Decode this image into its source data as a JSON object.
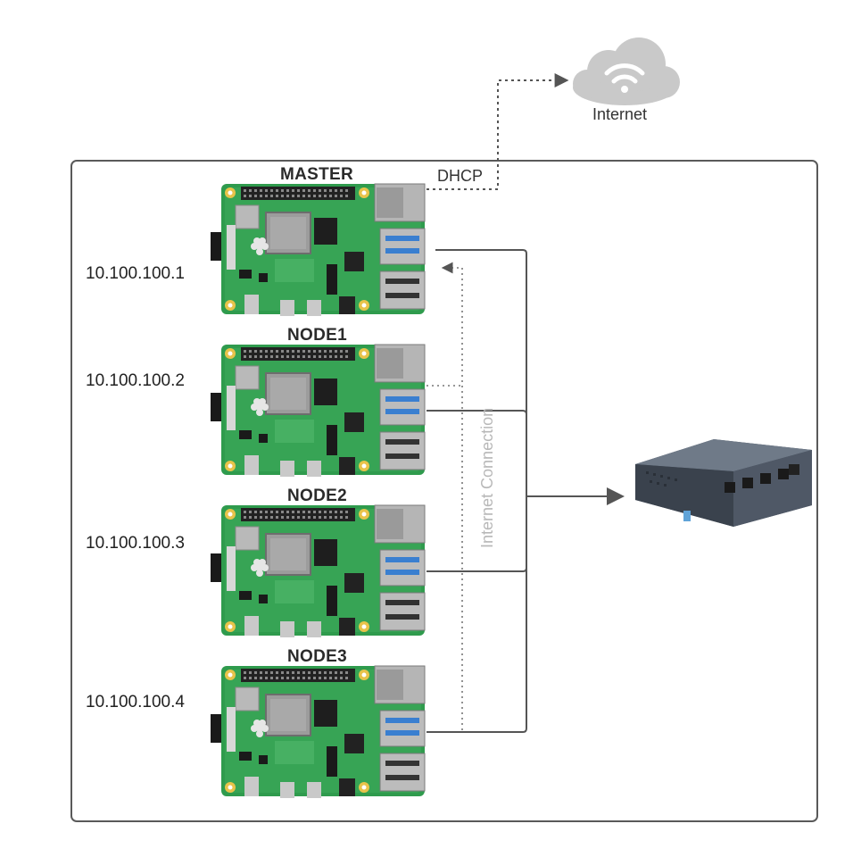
{
  "cloud": {
    "label": "Internet"
  },
  "dhcp_label": "DHCP",
  "internet_connection_label": "Internet Connection",
  "nodes": [
    {
      "name": "MASTER",
      "ip": "10.100.100.1"
    },
    {
      "name": "NODE1",
      "ip": "10.100.100.2"
    },
    {
      "name": "NODE2",
      "ip": "10.100.100.3"
    },
    {
      "name": "NODE3",
      "ip": "10.100.100.4"
    }
  ],
  "colors": {
    "board_green": "#2e9a4b",
    "cloud_gray": "#c9c9c9",
    "line": "#555555",
    "frame": "#555555"
  },
  "icons": [
    "cloud-wifi-icon",
    "raspberry-pi-board-icon",
    "network-switch-icon"
  ]
}
